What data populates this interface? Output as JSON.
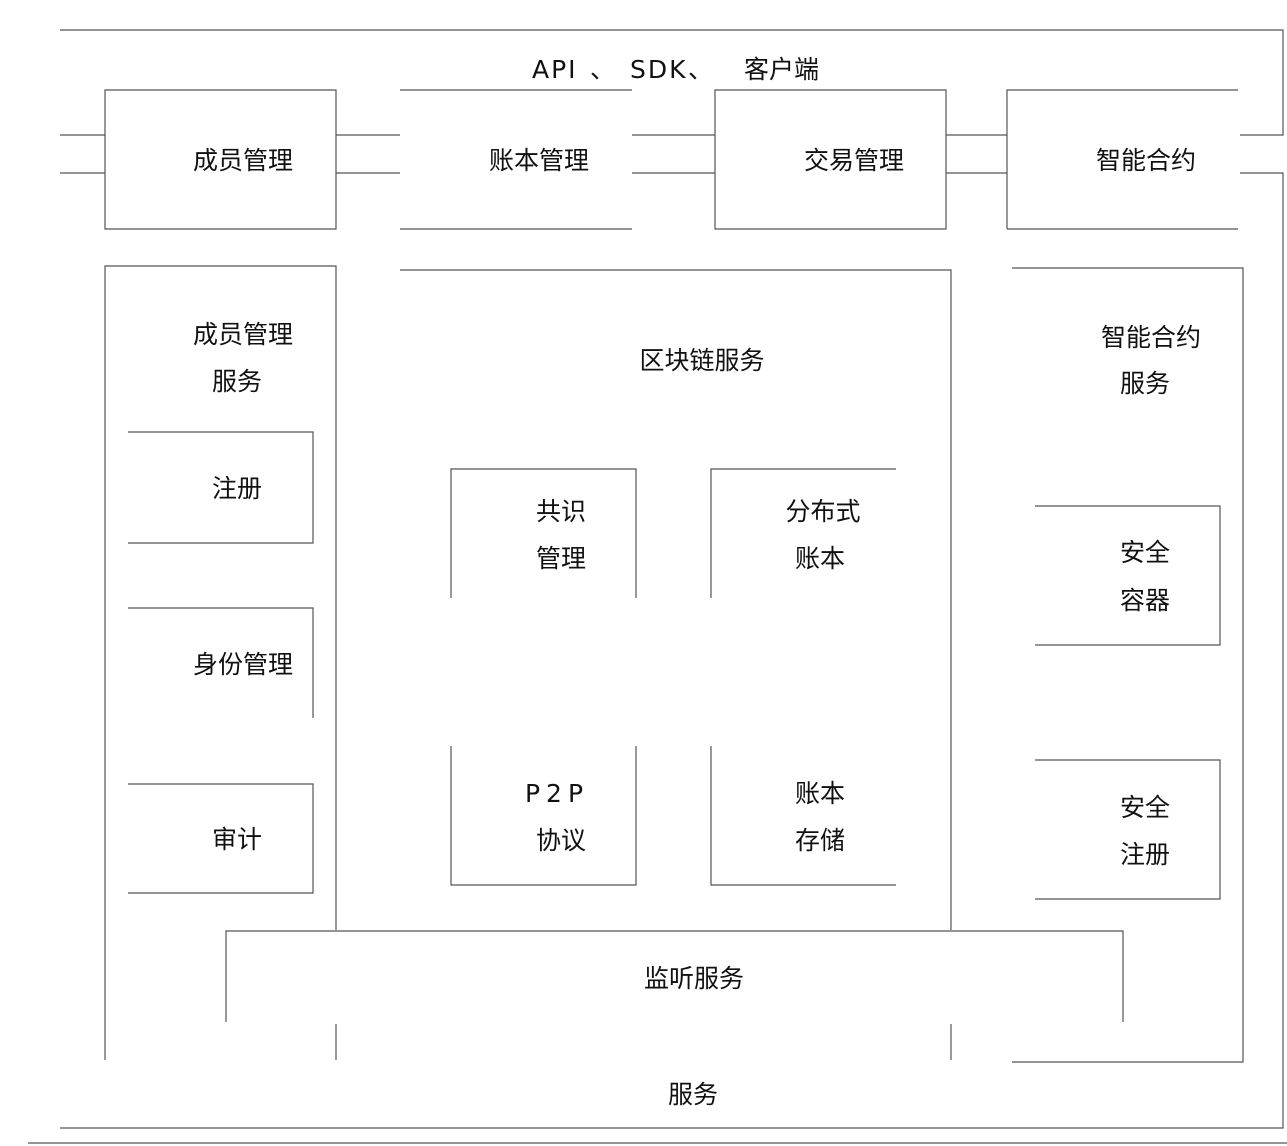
{
  "top": {
    "api": "API",
    "sep1": "、",
    "sdk": "SDK",
    "sep2": "、",
    "client": "客户端"
  },
  "top_boxes": [
    "成员管理",
    "账本管理",
    "交易管理",
    "智能合约"
  ],
  "member_service": {
    "title_line1": "成员管理",
    "title_line2": "服务",
    "items": [
      "注册",
      "身份管理",
      "审计"
    ]
  },
  "blockchain_service": {
    "title": "区块链服务",
    "modules": [
      {
        "line1": "共识",
        "line2": "管理"
      },
      {
        "line1": "分布式",
        "line2": "账本"
      },
      {
        "line1": "P2P",
        "line2": "协议"
      },
      {
        "line1": "账本",
        "line2": "存储"
      }
    ]
  },
  "contract_service": {
    "title_line1": "智能合约",
    "title_line2": "服务",
    "items": [
      {
        "line1": "安全",
        "line2": "容器"
      },
      {
        "line1": "安全",
        "line2": "注册"
      }
    ]
  },
  "listen_service": "监听服务",
  "service_label": "服务",
  "colors": {
    "line": "#555555",
    "text": "#111111",
    "background": "#ffffff"
  }
}
